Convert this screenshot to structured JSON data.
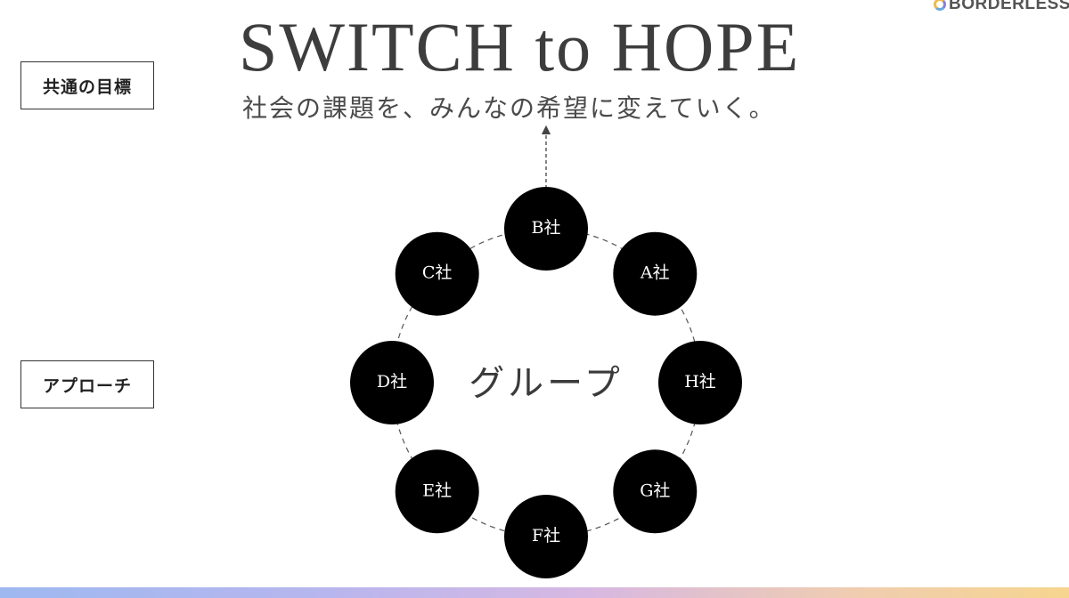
{
  "brand": {
    "logo_text": "BORDERLESS"
  },
  "header": {
    "title": "SWITCH to HOPE",
    "subtitle": "社会の課題を、みんなの希望に変えていく。"
  },
  "labels": {
    "goal": "共通の目標",
    "approach": "アプローチ"
  },
  "diagram": {
    "center": "グループ",
    "nodes": [
      {
        "id": "B",
        "label": "B社"
      },
      {
        "id": "A",
        "label": "A社"
      },
      {
        "id": "H",
        "label": "H社"
      },
      {
        "id": "G",
        "label": "G社"
      },
      {
        "id": "F",
        "label": "F社"
      },
      {
        "id": "E",
        "label": "E社"
      },
      {
        "id": "D",
        "label": "D社"
      },
      {
        "id": "C",
        "label": "C社"
      }
    ]
  },
  "colors": {
    "node_fill": "#000000",
    "node_text": "#ffffff",
    "ring_stroke": "#555555"
  }
}
